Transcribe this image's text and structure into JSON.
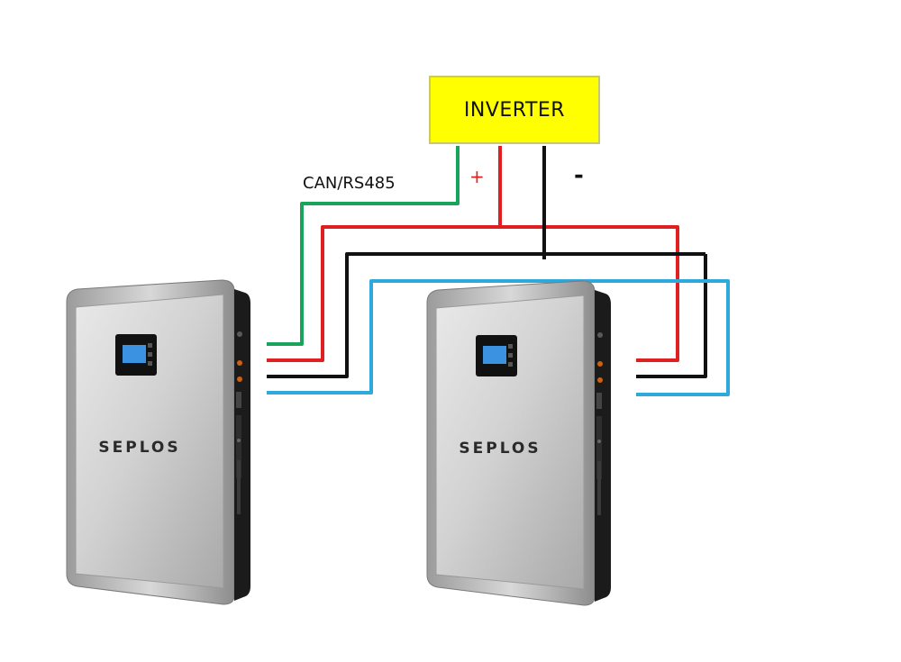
{
  "inverter": {
    "label": "INVERTER"
  },
  "labels": {
    "comm": "CAN/RS485",
    "positive": "+",
    "negative": "-"
  },
  "batteries": [
    {
      "brand": "SEPLOS"
    },
    {
      "brand": "SEPLOS"
    }
  ],
  "colors": {
    "inverter_fill": "#ffff00",
    "comm_wire": "#1aa35a",
    "positive_wire": "#e02020",
    "negative_wire": "#111111",
    "link_wire": "#2fa8dc",
    "battery_body": "#c8c8c8",
    "battery_side": "#1b1b1b"
  }
}
